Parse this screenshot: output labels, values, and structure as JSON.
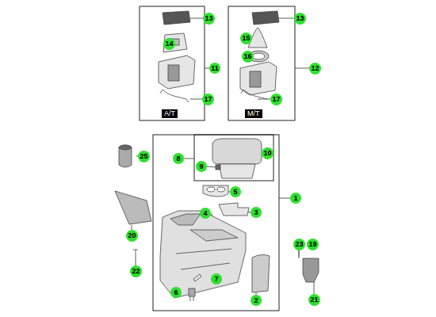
{
  "diagram": {
    "labels": [
      "13",
      "14",
      "11",
      "17",
      "A/T",
      "13",
      "15",
      "12",
      "16",
      "17",
      "M/T",
      "25",
      "8",
      "10",
      "9",
      "1",
      "5",
      "4",
      "3",
      "20",
      "22",
      "7",
      "2",
      "6",
      "23",
      "19",
      "21"
    ]
  }
}
